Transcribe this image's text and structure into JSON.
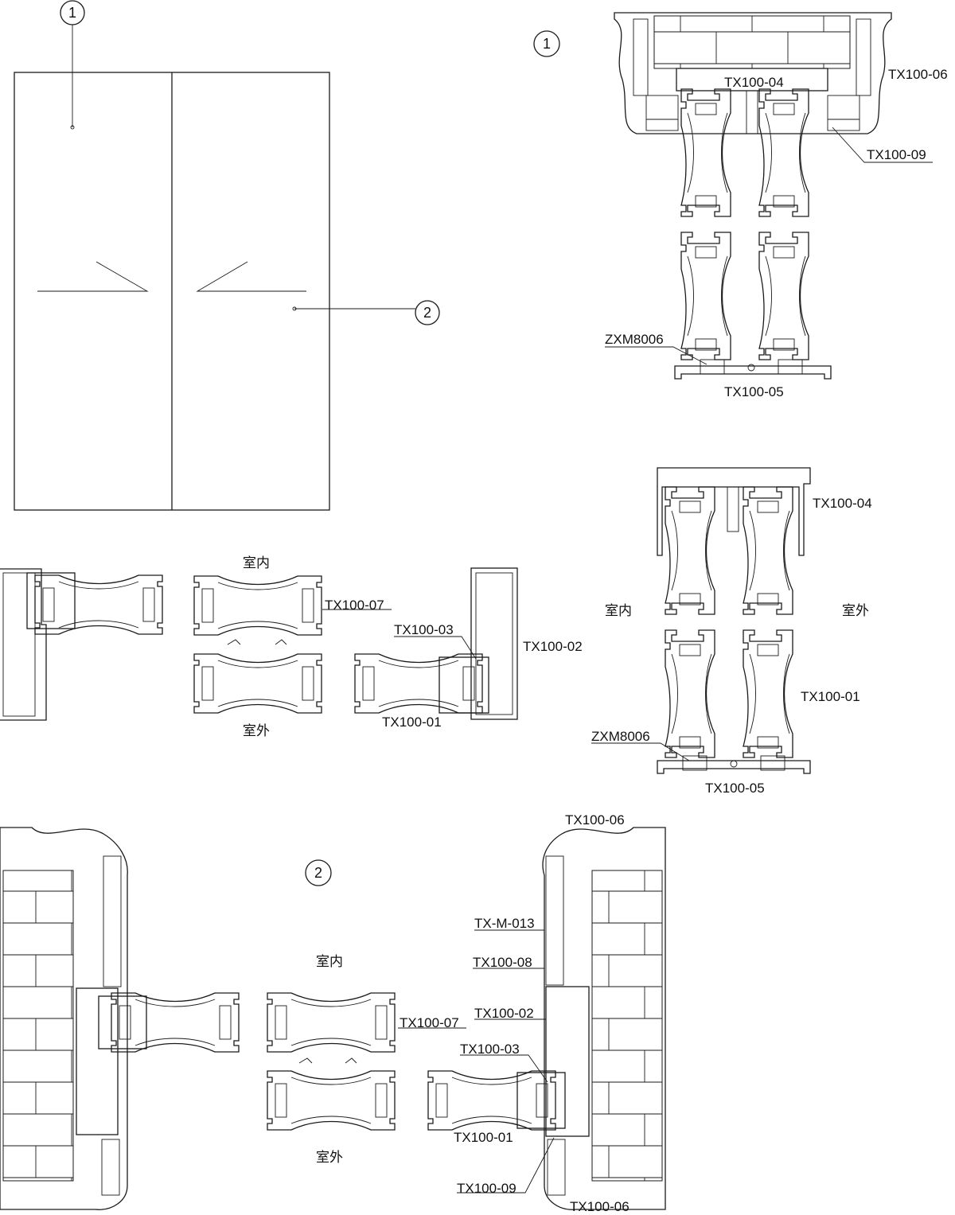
{
  "markers": {
    "m1": "1",
    "m2": "2"
  },
  "labels": {
    "tx100_06": "TX100-06",
    "tx100_04": "TX100-04",
    "tx100_09": "TX100-09",
    "zxm8006": "ZXM8006",
    "tx100_05": "TX100-05",
    "tx100_07": "TX100-07",
    "tx100_03": "TX100-03",
    "tx100_02": "TX100-02",
    "tx100_01": "TX100-01",
    "tx_m_013": "TX-M-013",
    "tx100_08": "TX100-08"
  },
  "zones": {
    "indoor": "室内",
    "outdoor": "室外"
  }
}
